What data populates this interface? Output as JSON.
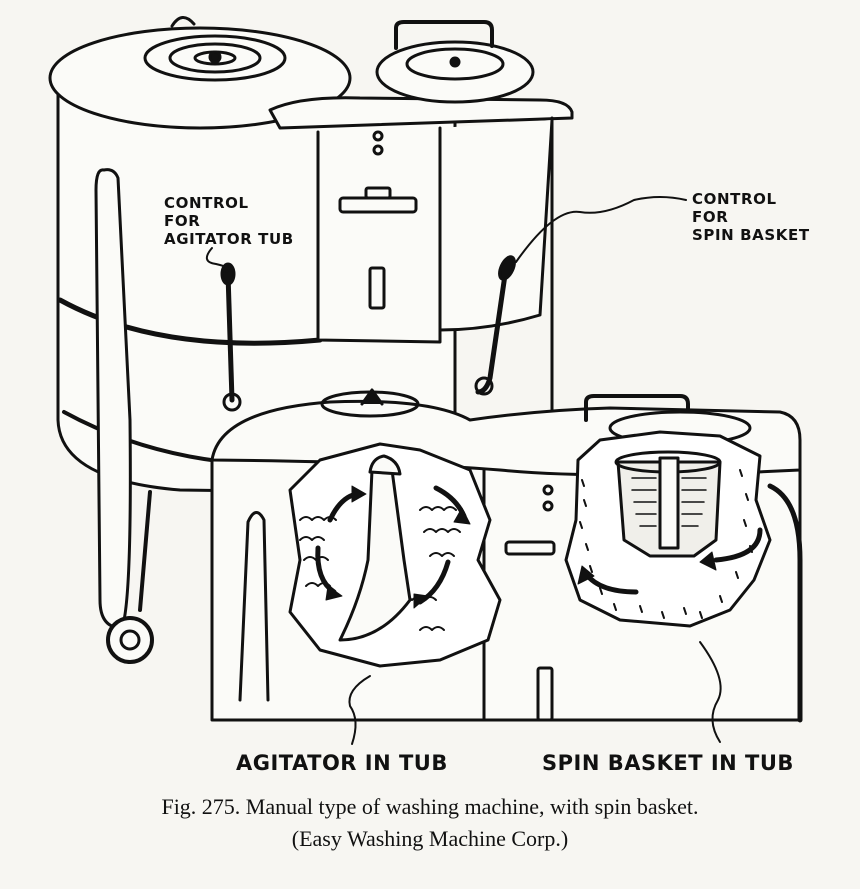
{
  "figure": {
    "labels": {
      "control_agitator_line1": "CONTROL",
      "control_agitator_line2": "FOR",
      "control_agitator_line3": "AGITATOR TUB",
      "control_spin_line1": "CONTROL",
      "control_spin_line2": "FOR",
      "control_spin_line3": "SPIN BASKET",
      "agitator_in_tub": "AGITATOR IN TUB",
      "spin_basket_in_tub": "SPIN BASKET IN TUB"
    },
    "caption_line1": "Fig. 275. Manual type of washing machine, with spin basket.",
    "caption_line2": "(Easy Washing Machine Corp.)",
    "colors": {
      "ink": "#111111",
      "paper": "#f7f6f2",
      "shade": "#d9d8d3"
    }
  }
}
